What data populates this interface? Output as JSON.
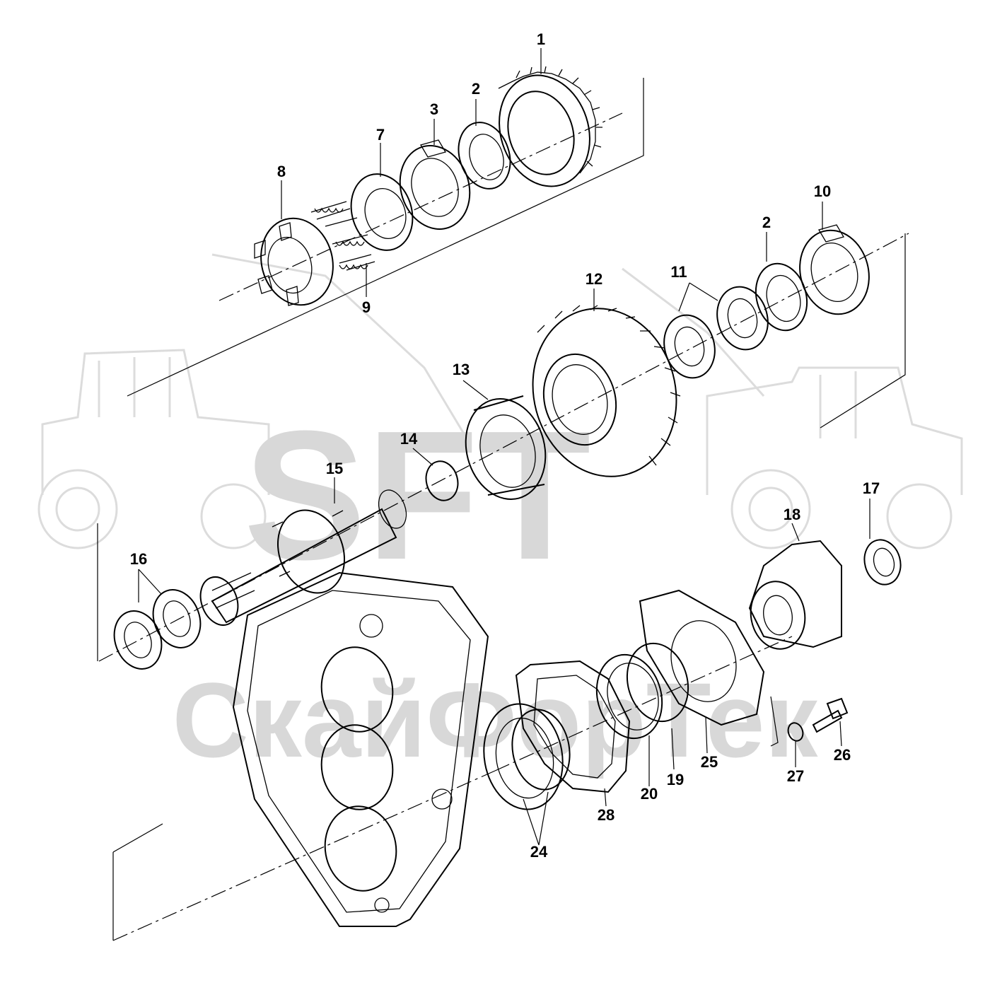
{
  "watermark": {
    "brand_short": "SFT",
    "brand_name": "СкайФорТек"
  },
  "callouts": [
    {
      "id": "1",
      "label": "1"
    },
    {
      "id": "2a",
      "label": "2"
    },
    {
      "id": "3",
      "label": "3"
    },
    {
      "id": "7",
      "label": "7"
    },
    {
      "id": "8",
      "label": "8"
    },
    {
      "id": "9",
      "label": "9"
    },
    {
      "id": "10",
      "label": "10"
    },
    {
      "id": "2b",
      "label": "2"
    },
    {
      "id": "11",
      "label": "11"
    },
    {
      "id": "12",
      "label": "12"
    },
    {
      "id": "13",
      "label": "13"
    },
    {
      "id": "14",
      "label": "14"
    },
    {
      "id": "15",
      "label": "15"
    },
    {
      "id": "16",
      "label": "16"
    },
    {
      "id": "17",
      "label": "17"
    },
    {
      "id": "18",
      "label": "18"
    },
    {
      "id": "19",
      "label": "19"
    },
    {
      "id": "20",
      "label": "20"
    },
    {
      "id": "24",
      "label": "24"
    },
    {
      "id": "25",
      "label": "25"
    },
    {
      "id": "26",
      "label": "26"
    },
    {
      "id": "27",
      "label": "27"
    },
    {
      "id": "28",
      "label": "28"
    }
  ]
}
